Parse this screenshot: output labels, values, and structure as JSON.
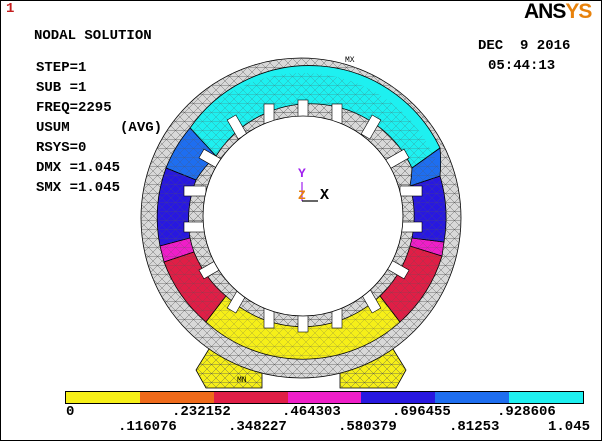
{
  "window": {
    "number": "1"
  },
  "logo": {
    "part1": "ANS",
    "part2": "YS"
  },
  "header": {
    "title": "NODAL SOLUTION",
    "date": "DEC  9 2016",
    "time": "05:44:13"
  },
  "solution_info": [
    "STEP=1",
    "SUB =1",
    "FREQ=2295",
    "USUM      (AVG)",
    "RSYS=0",
    "DMX =1.045",
    "SMX =1.045"
  ],
  "markers": {
    "mx": "MX",
    "mn": "MN"
  },
  "triad": {
    "y": "Y",
    "z": "Z",
    "x": "X"
  },
  "legend": {
    "colors": [
      "#f6ef18",
      "#ef6a1a",
      "#e01e46",
      "#ef1ec8",
      "#2818e0",
      "#1e6ef0",
      "#1ef0f0"
    ],
    "ticks_top": [
      "0",
      ".232152",
      ".464303",
      ".696455",
      ".928606"
    ],
    "ticks_bottom": [
      ".116076",
      ".348227",
      ".580379",
      ".81253",
      "1.045"
    ]
  },
  "colors": {
    "yellow": "#f6ef18",
    "red": "#e01e46",
    "magenta": "#ef1ec8",
    "blue": "#2818e0",
    "lightblue": "#1e6ef0",
    "cyan": "#1ef0f0",
    "orange": "#ef6a1a"
  }
}
